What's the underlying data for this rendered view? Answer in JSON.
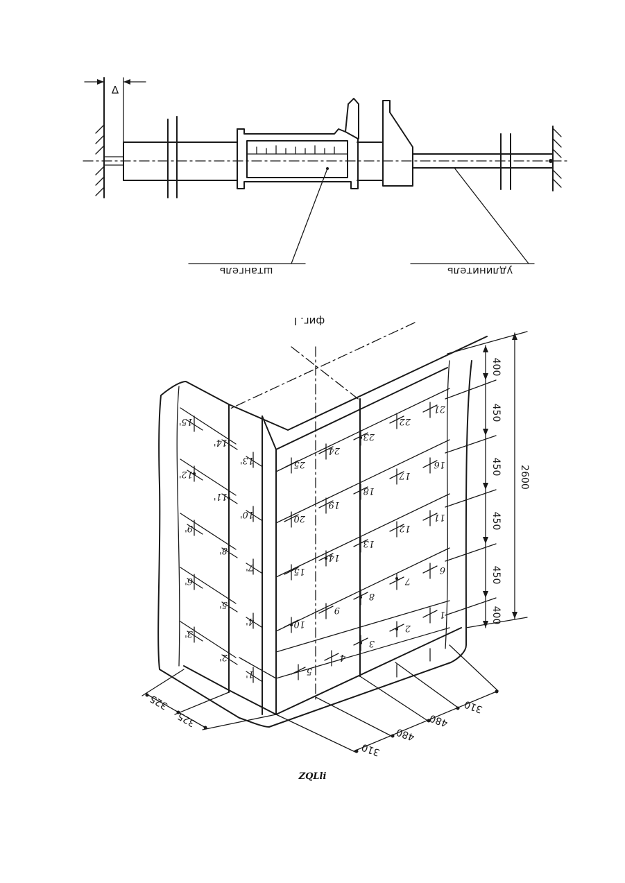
{
  "fig1": {
    "delta_label": "∇",
    "label_bar": "штангель",
    "label_ext": "удлинитель",
    "caption": "фиг. I"
  },
  "fig2": {
    "dims_right": [
      "400",
      "450",
      "450",
      "450",
      "450",
      "400"
    ],
    "dim_total": "2600",
    "dims_bottom_left": [
      "325",
      "325"
    ],
    "dims_bottom_right": [
      "310",
      "480",
      "480",
      "310"
    ]
  },
  "footer": "ZQLli"
}
